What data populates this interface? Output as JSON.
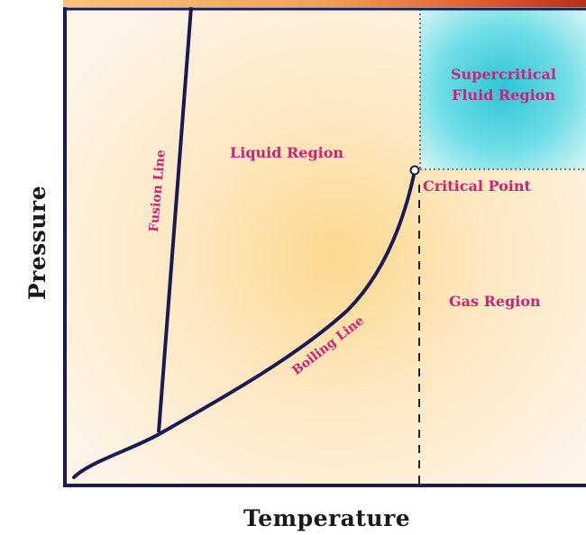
{
  "diagram": {
    "axes": {
      "x_label": "Temperature",
      "y_label": "Pressure"
    },
    "regions": {
      "liquid": "Liquid Region",
      "gas": "Gas Region",
      "supercritical_line1": "Supercritical",
      "supercritical_line2": "Fluid Region"
    },
    "curves": {
      "fusion": "Fusion Line",
      "boiling": "Boiling Line"
    },
    "points": {
      "critical": "Critical Point"
    },
    "colors": {
      "curve": "#1a1a55",
      "label": "#cc2277",
      "supercritical_fill": "#33ccdd",
      "background_glow": "#fde2a8"
    }
  }
}
